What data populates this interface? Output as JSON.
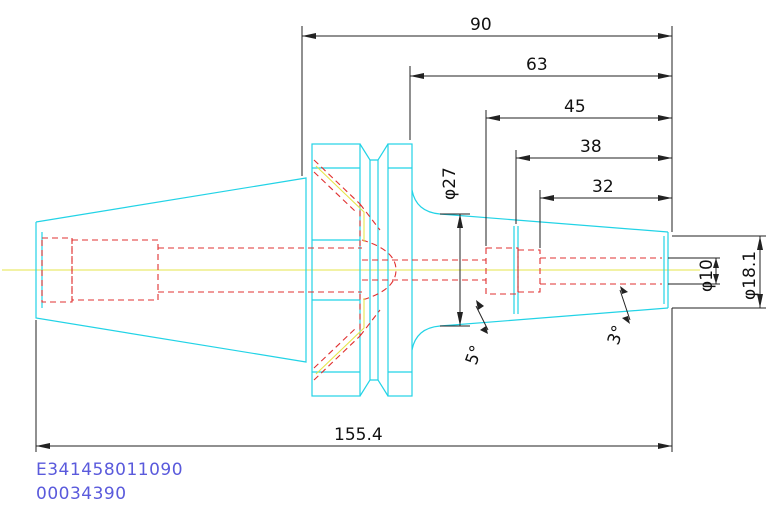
{
  "dimensions": {
    "length_90": "90",
    "length_63": "63",
    "length_45": "45",
    "length_38": "38",
    "length_32": "32",
    "overall_length": "155.4",
    "diameter_27": "φ27",
    "diameter_10": "φ10",
    "diameter_18_1": "φ18.1",
    "angle_5": "5°",
    "angle_3": "3°"
  },
  "part_codes": {
    "code_1": "E341458011090",
    "code_2": "00034390"
  },
  "colors": {
    "outline": "#22d3e6",
    "hidden": "#e03030",
    "centerline": "#e6e64a",
    "dimension": "#222222",
    "code_text": "#5a5adc"
  }
}
